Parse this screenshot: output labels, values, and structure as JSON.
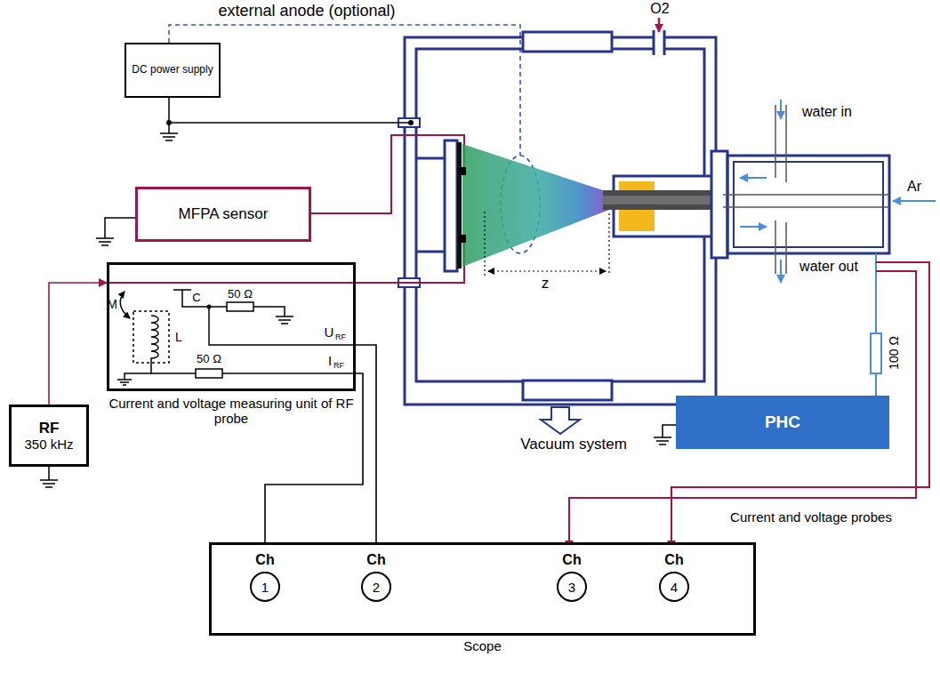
{
  "diagram": {
    "nodes": [
      {
        "text": [
          "DC power supply"
        ]
      },
      {
        "text": [
          "MFPA sensor"
        ]
      },
      {
        "text": [
          "Current and voltage measuring unit of RF probe"
        ]
      },
      {
        "text": [
          "RF",
          "350 kHz"
        ]
      },
      {
        "text": [
          "PHC"
        ]
      },
      {
        "text": [
          "Scope"
        ]
      },
      {
        "text": [
          "Ch",
          "1"
        ],
        "in": 5
      },
      {
        "text": [
          "Ch",
          "2"
        ],
        "in": 5
      },
      {
        "text": [
          "Ch",
          "3"
        ],
        "in": 5
      },
      {
        "text": [
          "Ch",
          "4"
        ],
        "in": 5
      }
    ],
    "edges": [
      {
        "from": 3,
        "to": 2,
        "arrow": "to"
      },
      {
        "from": 2,
        "to": 6,
        "arrow": "to"
      },
      {
        "from": 2,
        "to": 7,
        "arrow": "to"
      }
    ],
    "labels": [
      "external anode (optional)",
      "O2",
      "water in",
      "water out",
      "Ar",
      "z",
      "Vacuum system",
      "100 Ω",
      "Current and voltage probes",
      "M",
      "C",
      "50 Ω",
      "U",
      "RF",
      "L",
      "50 Ω",
      "I",
      "RF"
    ]
  }
}
